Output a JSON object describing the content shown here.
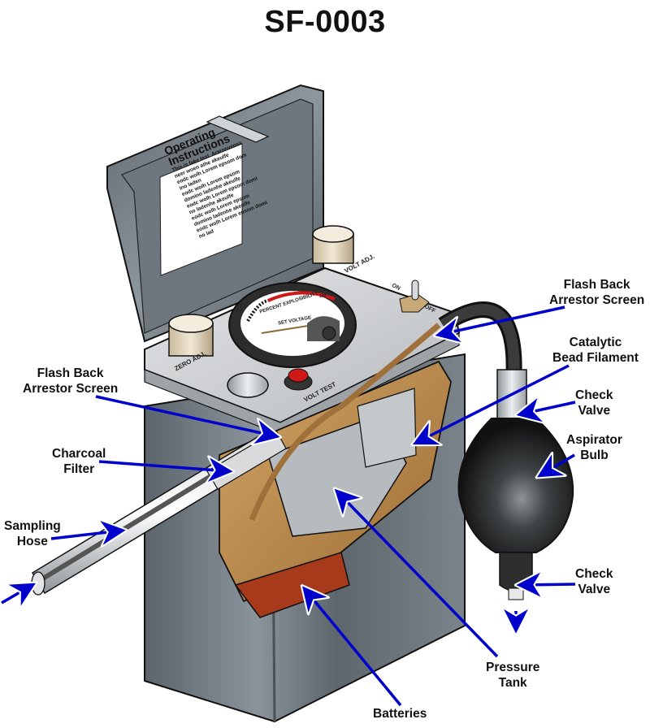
{
  "title": "SF-0003",
  "colors": {
    "arrow": "#0000cc",
    "case_dark": "#4a5258",
    "case_mid": "#7d878e",
    "panel": "#c9cccf",
    "brass": "#b8864a",
    "battery": "#a83a1c",
    "bulb": "#1c1c1c",
    "button_red": "#d01818"
  },
  "instructions_card": {
    "heading_line1": "Operating",
    "heading_line2": "Instructions",
    "body_lines": [
      "This is fake text. Araronveoss",
      "neer woen athe akeulfe",
      "eodc wolh Lorem epsom dom",
      "ino laden",
      "eodc wolh Lorem epsom",
      "domino ladenhe akeulfe",
      "eodc wolh Lorem epsom domi",
      "no ladenhe akeulfe",
      "eodc wolh Lorem epsom",
      "domino ladenhe akeulfe",
      "eodc wolh Lorem epsom domi",
      "no lad"
    ]
  },
  "panel_labels": {
    "zero_adj": "ZERO ADJ.",
    "volt_adj": "VOLT ADJ.",
    "volt_test": "VOLT TEST",
    "switch_on": "ON",
    "switch_off": "OFF"
  },
  "meter": {
    "scale_title": "PERCENT EXPLOSIBILITY",
    "set_voltage": "SET VOLTAGE",
    "ticks": [
      "20",
      "60",
      "80",
      "100"
    ],
    "needle_value_percent": 0
  },
  "callouts": [
    {
      "id": "flash-back-arrestor-screen-right",
      "lines": [
        "Flash Back",
        "Arrestor Screen"
      ]
    },
    {
      "id": "catalytic-bead-filament",
      "lines": [
        "Catalytic",
        "Bead Filament"
      ]
    },
    {
      "id": "check-valve-top",
      "lines": [
        "Check",
        "Valve"
      ]
    },
    {
      "id": "aspirator-bulb",
      "lines": [
        "Aspirator",
        "Bulb"
      ]
    },
    {
      "id": "check-valve-bottom",
      "lines": [
        "Check",
        "Valve"
      ]
    },
    {
      "id": "flash-back-arrestor-screen-left",
      "lines": [
        "Flash Back",
        "Arrestor Screen"
      ]
    },
    {
      "id": "charcoal-filter",
      "lines": [
        "Charcoal",
        "Filter"
      ]
    },
    {
      "id": "sampling-hose",
      "lines": [
        "Sampling",
        "Hose"
      ]
    },
    {
      "id": "pressure-tank",
      "lines": [
        "Pressure",
        "Tank"
      ]
    },
    {
      "id": "batteries",
      "lines": [
        "Batteries"
      ]
    }
  ]
}
